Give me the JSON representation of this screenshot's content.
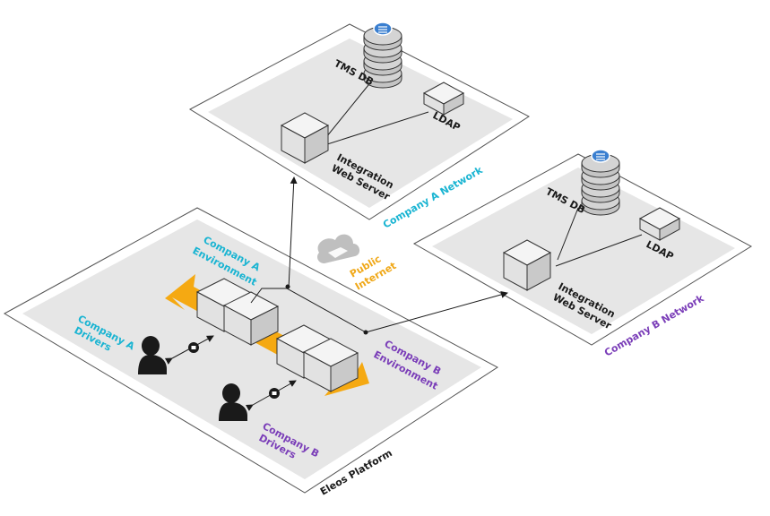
{
  "platform": {
    "label": "Eleos Platform"
  },
  "internet": {
    "line1": "Public",
    "line2": "Internet"
  },
  "company_a": {
    "network_label": "Company A Network",
    "db_label": "TMS DB",
    "ldap_label": "LDAP",
    "server_line1": "Integration",
    "server_line2": "Web Server",
    "env_line1": "Company A",
    "env_line2": "Environment",
    "drivers_line1": "Company A",
    "drivers_line2": "Drivers"
  },
  "company_b": {
    "network_label": "Company B Network",
    "db_label": "TMS DB",
    "ldap_label": "LDAP",
    "server_line1": "Integration",
    "server_line2": "Web Server",
    "env_line1": "Company B",
    "env_line2": "Environment",
    "drivers_line1": "Company B",
    "drivers_line2": "Drivers"
  },
  "colors": {
    "company_a": "#19b4d2",
    "company_b": "#7a3db8",
    "internet": "#f0a818",
    "arrow": "#f5a912",
    "plate": "#e6e6e6"
  },
  "icons": [
    "database-icon",
    "ldap-box-icon",
    "server-cube-icon",
    "driver-person-icon",
    "lock-icon",
    "cloud-icon",
    "double-arrow-icon"
  ]
}
